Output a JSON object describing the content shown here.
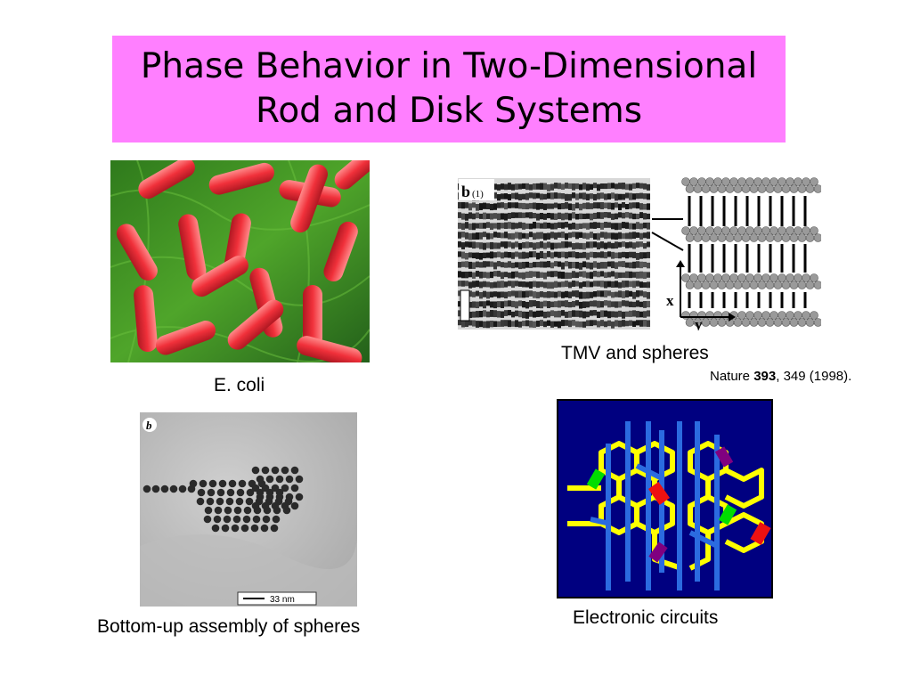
{
  "slide": {
    "title_line_1": "Phase Behavior in Two-Dimensional",
    "title_line_2": "Rod and Disk Systems",
    "title_bg": "#ff7fff"
  },
  "figures": {
    "ecoli": {
      "caption": "E. coli"
    },
    "tmv": {
      "caption": "TMV and spheres",
      "panel_label": "b",
      "panel_sublabel": "(1)",
      "axis_x": "x",
      "axis_y": "y",
      "citation": {
        "journal": "Nature ",
        "volume": "393",
        "rest": ", 349 (1998)."
      }
    },
    "spheres": {
      "caption": "Bottom-up assembly of spheres",
      "panel_label": "b",
      "scale_bar": "33 nm"
    },
    "circuits": {
      "caption": "Electronic circuits",
      "colors": {
        "background": "#000080",
        "wire": "#ffff00",
        "rail": "#2b6be0",
        "green": "#00dd00",
        "red": "#ee1111",
        "purple": "#800080"
      }
    }
  }
}
